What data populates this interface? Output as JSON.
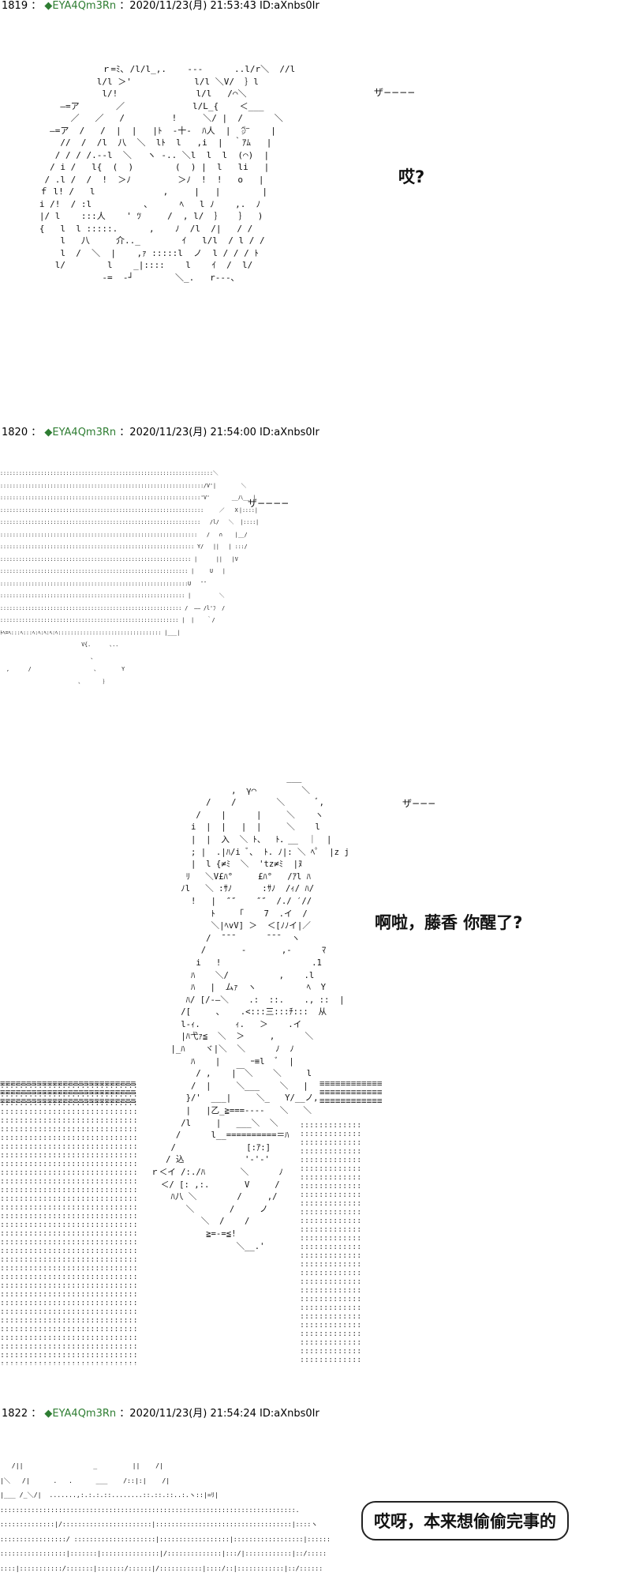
{
  "posts": [
    {
      "number": "1819",
      "name": "◆EYA4Qm3Rn",
      "date": "2020/11/23(月) 21:53:43",
      "id": "ID:aXnbs0Ir",
      "sfx": "ザ−−−−",
      "dialog": "哎?",
      "aa": "               ｒ=ﾐ､ /l/l_,.    ---      ..l/r＼  //l\n              l/l ＞'            l/l ＼V/  ｝l\n               l/!               l/l   /⌒＼\n       ―=ア       ／             l/L_{    ＜___\n         ／   ／   /         !     ＼/ |  /      ＼\n     ―=ア  /   /  |  |   |ﾄ  -十-  ﾊ人  |  ㌻    |\n       //  /  /l  八  ＼  lﾄ  l   ,i  |  ｀ｱﾑ   |\n      / / / /.--l  ＼   ヽ -.. ＼l  l  l  (⌒)  |\n     / i /   l{  (  )        (  ) |  l   li   |\n    / .l /  /  !  ＞ﾉ         ＞ﾉ  !  !   o   |\n   ｆ l! /   l             ,     |   |        |\n   i /!  / :l          ､      ﾍ   l ﾉ    ,.  ﾉ\n   |/ l    :::人    ' ﾂ     /  , l/  ｝   ｝  )\n   {   l  l :::::.      ,    ﾉ  /l  /|   / /\n       l   八     介.._        ｲ   l/l  / l / /\n       l  /  ＼  |    ,ｧ :::::l  ノ  l / / / ﾄ\n      l/        l    _|::::    l    ｲ  /  l/\n               -=  ‐┘        ＼_.   r---､"
    },
    {
      "number": "1820",
      "name": "◆EYA4Qm3Rn",
      "date": "2020/11/23(月) 21:54:00",
      "id": "ID:aXnbs0Ir",
      "sfx": "ザ−−−−",
      "aa": "",
      "sfx2": "ザ−−−",
      "dialog2": "啊啦，藤香 你醒了?"
    },
    {
      "number": "1822",
      "name": "◆EYA4Qm3Rn",
      "date": "2020/11/23(月) 21:54:24",
      "id": "ID:aXnbs0Ir",
      "dialog": "哎呀，本来想偷偷完事的"
    }
  ],
  "aa_1820_a": "::::::::::::::::::::::::::::::::::::::::::::::::::::::::::::::::::::＼\n:::::::::::::::::::::::::::::::::::::::::::::::::::::::::::::::::/V'|        ＼\n::::::::::::::::::::::::::::::::::::::::::::::::::::::::::::::::'V'       __八__ |\n:::::::::::::::::::::::::::::::::::::::::::::::::::::::::::::::::     ／   Ｘ|::::|\n::::::::::::::::::::::::::::::::::::::::::::::::::::::::::::::::   /l/   ＼  |::::|\n:::::::::::::::::::::::::::::::::::::::::::::::::::::::::::::::   /   ∩    |__/\n:::::::::::::::::::::::::::::::::::::::::::::::::::::::::::::: Y/   ||   | :::/\n::::::::::::::::::::::::::::::::::::::::::::::::::::::::::::: |      ||   |V\n:::::::::::::::::::::::::::::::::::::::::::::::::::::::::::: |     U   |\n::::::::::::::::::::::::::::::::::::::::::::::::::::::::::::U   ″″    \n::::::::::::::::::::::::::::::::::::::::::::::::::::::::::: |         ＼\n:::::::::::::::::::::::::::::::::::::::::::::::::::::::::: /  ―― /l'ﾌ  /\n::::::::::::::::::::::::::::::::::::::::::::::::::::::::: |  |    ｀/\nﾄﾍ=ﾍ:::ﾍ:::ﾍ:ﾍ:ﾍ:ﾍ:ﾍ::::::::::::::::::::::::::::::::: |___|\n                          V{.      ､..\n                             ､\n  ,      /                    ､        Y\n                         ､       ｝",
  "aa_1820_b": "                                   ___\n                        ,  γ⌒         ＼\n                   /    /        ＼      ﾞ,\n                 /    |      |     ＼    ヽ\n                i  |  |   |  |     ＼    l\n                |  |  入  ＼ ﾄ、  ﾄ．__  ｜  |\n                ; |  .|ﾊ/i ﾞ､  ﾄ. ﾉ|: ＼ ﾍﾟ  |z j\n                |  l {≠ﾐ  ＼  'tz≠ﾐ  |ﾇ\n               ﾘ   ＼V£ﾊ°     £ﾊ°   /ｱl ﾊ\n              ﾉl   ＼ :ｻﾉ      :ｻﾉ  /ｨ/ ﾊ/\n                !   |  ″″    ″″  /./ ′//\n                    ﾄ    「    7  .イ  /\n                    ＼|ﾍvV] ＞  ＜[ﾉﾉイ|／\n                   /  ¯¯¯      ¯¯¯  ヽ\n                  /       -       ,-      ﾏ\n                 i   !                  .1\n                ﾊ    ＼/          ,    .l\n                ﾊ   |  ムｧ  ヽ          ﾍ  Y\n               ﾊ/ [/-―＼    .:  ::.    ., ::  |\n              /[     ､    .<:::三:::ﾁ:::  从\n              l-ｨ.       ｨ.   ＞    .イ\n              |ﾊ弋ｧ≦  ＼  ＞     ,      ＼\n            |_ﾊ    ヾ|＼  ＼      ﾉ  ﾉ\n                ﾊ    |      ｰ≡l  ﾞ  |\n                 / ,    |￣＼    ＼     l\n                /  |     ＼___    ＼   |\n               }/'  ___|     ＼_   Y/__ノ,\n               |   |乙_≧===----   ＼   ＼\n              /l     |   ___＼  ＼\n             /      l__==========＝ﾊ\n            /              [:ｱ:]\n           / 込            '-'-'\n        ｒ＜イ /:./ﾊ       ＼      ﾉ\n          ＜/ [: ,:.       V     / \n            ﾊ八 ＼        /     ,/\n               ＼       /     ノ\n                  ＼  /    /\n                   ≧=-=≦!      \n                         ＼__.'",
  "aa_1822": "   /||                  _         ||    /|\n|＼   /|      .   .      ___    /::|:|    /|\n|___ /_＼/|  .......,:.:.:.::........::.::.::..:.ヽ::|=ﾘ|\n::::::::::::::::::::::::::::::::::::::::::::::::::::::::::::::::::::::::::::.\n::::::::::::::|/:::::::::::::::::::::::|:::::::::::::::::::::::::::::::::::|::::ヽ\n:::::::::::::::::/ :::::::::::::::::::::|::::::::::::::::::|::::::::::::::::::|::::::\n:::::::::::::::::|:::::::|:::::::::::::::|/::::::::::::::|:::/|::::::::::::|::/:::::\n::::|:::::::::::/:::::::|:::::::/::::::|/:::::::::::|::::/::|::::::::::::|::/::::::",
  "dots_left": "",
  "colors": {
    "trip": "#2e7d32",
    "text": "#111111"
  }
}
